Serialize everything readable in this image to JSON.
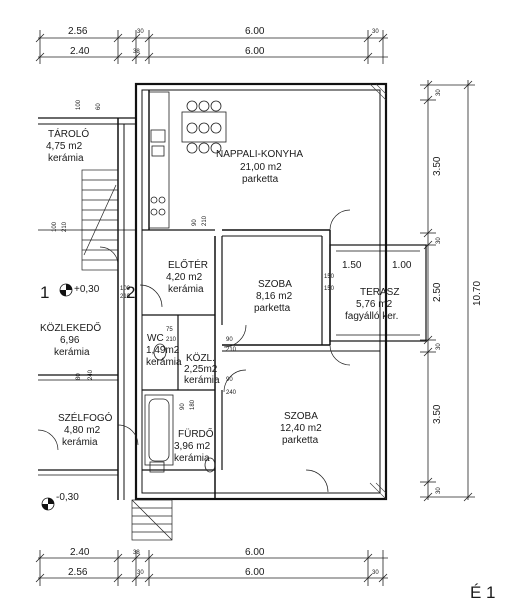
{
  "dimensions": {
    "top_row1": [
      "2.56",
      "30",
      "6.00",
      "30"
    ],
    "top_row2": [
      "2.40",
      "38",
      "6.00"
    ],
    "bottom_row1": [
      "2.40",
      "38",
      "6.00"
    ],
    "bottom_row2": [
      "2.56",
      "30",
      "6.00",
      "30"
    ],
    "right_inner": [
      "30",
      "3.50",
      "30",
      "2.50",
      "30",
      "3.50",
      "30"
    ],
    "right_total": "10.70",
    "terrace_width": [
      "1.50",
      "1.00"
    ]
  },
  "rooms": [
    {
      "id": "taroló",
      "name": "TÁROLÓ",
      "area": "4,75 m2",
      "floor": "kerámia"
    },
    {
      "id": "nappali",
      "name": "NAPPALI-KONYHA",
      "area": "21,00 m2",
      "floor": "parketta"
    },
    {
      "id": "eloter",
      "name": "ELŐTÉR",
      "area": "4,20 m2",
      "floor": "kerámia"
    },
    {
      "id": "szoba1",
      "name": "SZOBA",
      "area": "8,16 m2",
      "floor": "parketta"
    },
    {
      "id": "terasz",
      "name": "TERASZ",
      "area": "5,76 m2",
      "floor": "fagyálló ker."
    },
    {
      "id": "kozlekedo",
      "name": "KÖZLEKEDŐ",
      "area": "6,96",
      "floor": "kerámia"
    },
    {
      "id": "wc",
      "name": "WC",
      "area": "1,49m2",
      "floor": "kerámia"
    },
    {
      "id": "kozl",
      "name": "KÖZL.",
      "area": "2,25m2",
      "floor": "kerámia"
    },
    {
      "id": "szoba2",
      "name": "SZOBA",
      "area": "12,40 m2",
      "floor": "parketta"
    },
    {
      "id": "szelfogo",
      "name": "SZÉLFOGÓ",
      "area": "4,80 m2",
      "floor": "kerámia"
    },
    {
      "id": "furdo",
      "name": "FÜRDŐ",
      "area": "3,96 m2",
      "floor": "kerámia"
    }
  ],
  "levels": [
    "+0,30",
    "-0,30"
  ],
  "section_marks": [
    "1",
    "2"
  ],
  "door_labels": [
    "100",
    "210",
    "90",
    "210",
    "75",
    "210",
    "90",
    "210",
    "90",
    "240",
    "150",
    "150",
    "80",
    "240",
    "100",
    "60",
    "90",
    "180",
    "100",
    "210"
  ],
  "corner_mark": "É 1"
}
